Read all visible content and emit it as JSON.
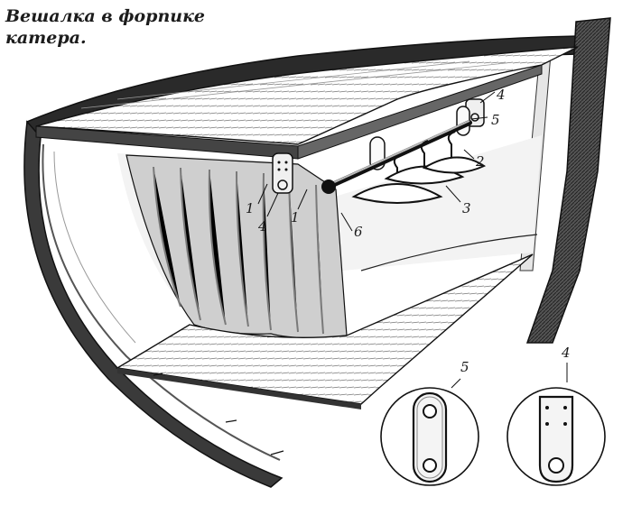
{
  "caption": {
    "line1": "Вешалка в форпике",
    "line2": "катера."
  },
  "callouts": {
    "c1": "1",
    "c1b": "1",
    "c2": "2",
    "c3": "3",
    "c4": "4",
    "c4b": "4",
    "c5": "5",
    "c6": "6"
  },
  "details": {
    "left_label": "5",
    "right_label": "4"
  },
  "colors": {
    "ink": "#1c1c1c",
    "paper": "#ffffff",
    "shade": "#8a8a8a"
  }
}
